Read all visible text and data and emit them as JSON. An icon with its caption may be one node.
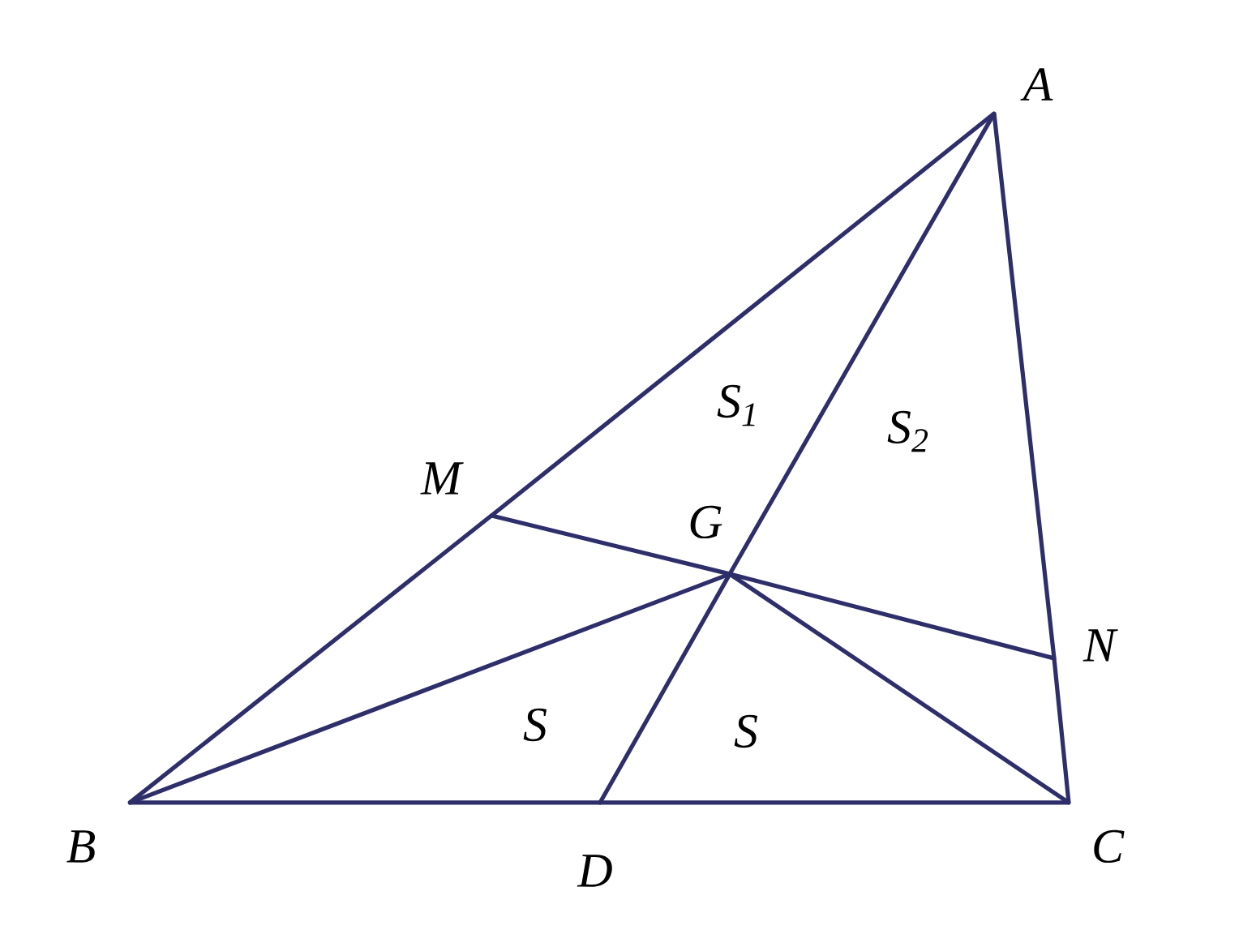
{
  "diagram": {
    "nodes": [
      {
        "text": [
          "A"
        ]
      },
      {
        "text": [
          "B"
        ]
      },
      {
        "text": [
          "C"
        ]
      },
      {
        "text": [
          "D"
        ]
      },
      {
        "text": [
          "G"
        ]
      },
      {
        "text": [
          "M"
        ]
      },
      {
        "text": [
          "N"
        ]
      }
    ],
    "edges": [
      {
        "from": 0,
        "to": 5,
        "arrow": "none"
      },
      {
        "from": 5,
        "to": 1,
        "arrow": "none"
      },
      {
        "from": 1,
        "to": 3,
        "arrow": "none"
      },
      {
        "from": 3,
        "to": 2,
        "arrow": "none"
      },
      {
        "from": 0,
        "to": 6,
        "arrow": "none"
      },
      {
        "from": 6,
        "to": 2,
        "arrow": "none"
      },
      {
        "from": 0,
        "to": 4,
        "arrow": "none"
      },
      {
        "from": 4,
        "to": 3,
        "arrow": "none"
      },
      {
        "from": 5,
        "to": 4,
        "arrow": "none"
      },
      {
        "from": 4,
        "to": 6,
        "arrow": "none"
      },
      {
        "from": 1,
        "to": 4,
        "arrow": "none"
      },
      {
        "from": 4,
        "to": 2,
        "arrow": "none"
      }
    ],
    "labels": [
      "S$_{1}$",
      "S$_{2}$",
      "S",
      "S"
    ]
  }
}
